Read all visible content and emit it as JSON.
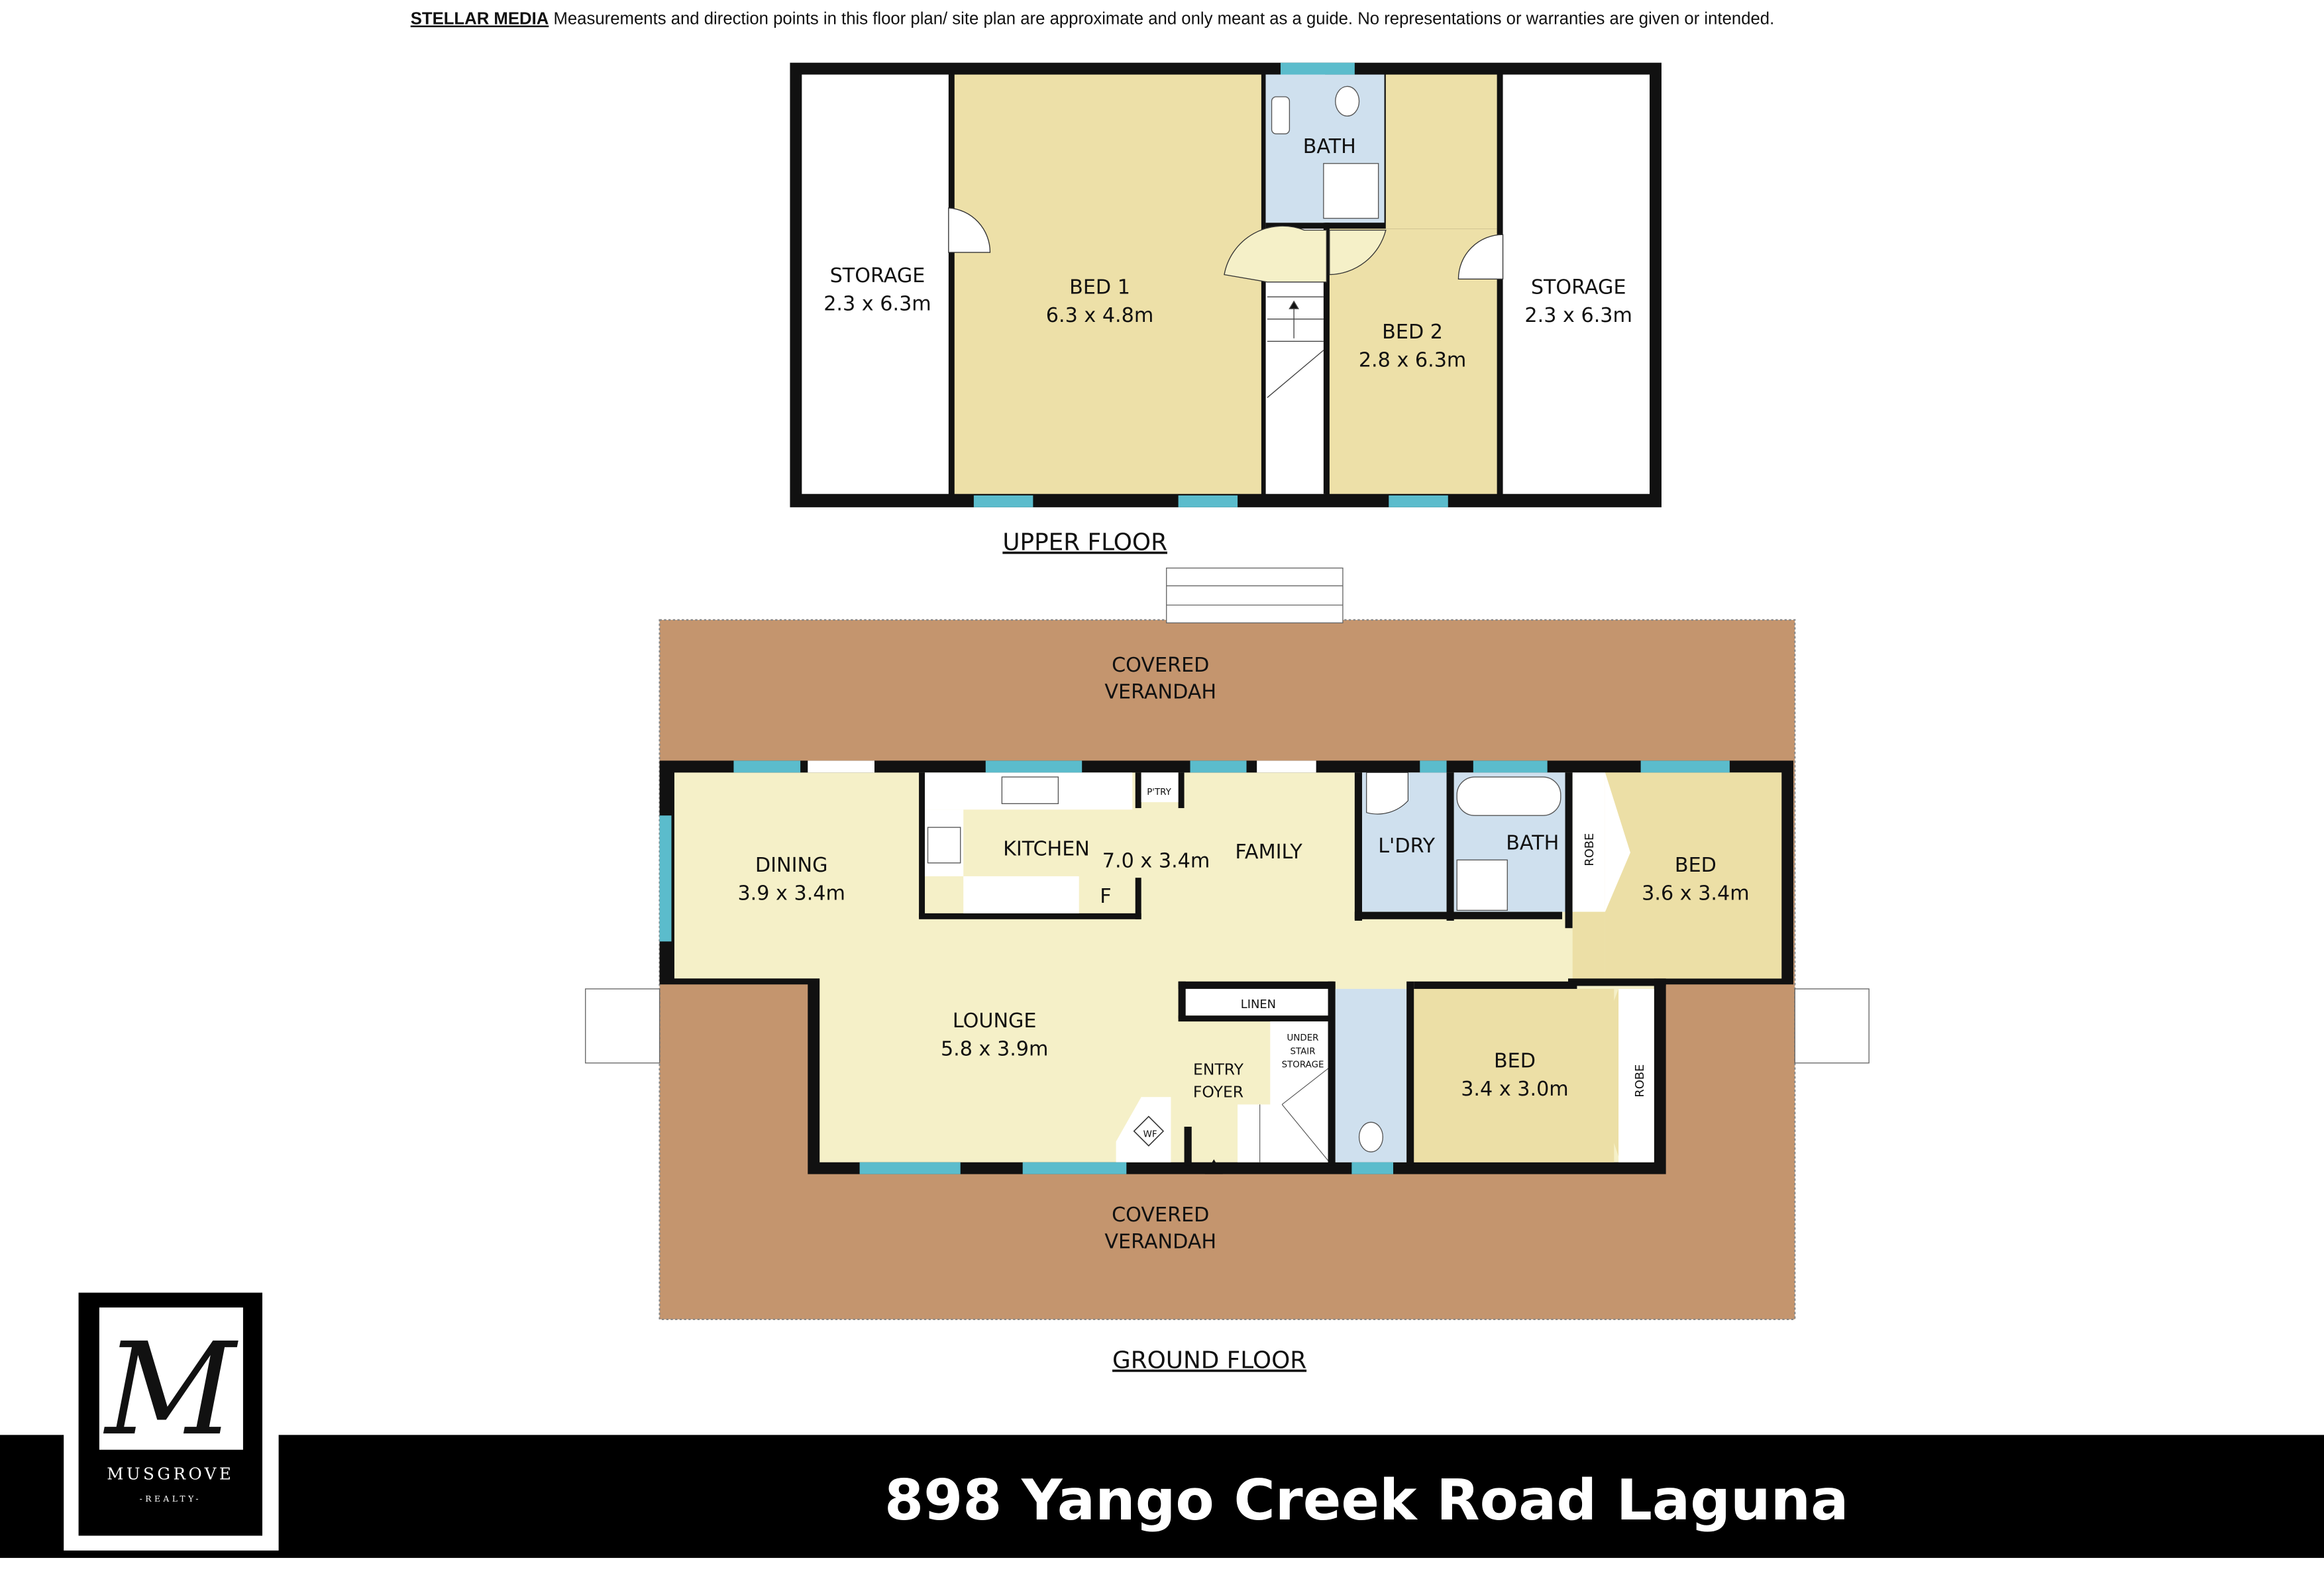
{
  "disclaimer": {
    "brand": "STELLAR MEDIA",
    "text": " Measurements and direction points in this floor plan/ site plan are approximate and only meant as a guide. No representations or warranties are given or intended."
  },
  "upper_floor": {
    "label": "UPPER FLOOR",
    "rooms": [
      {
        "name": "STORAGE",
        "size": "2.3 x 6.3m"
      },
      {
        "name": "BED 1",
        "size": "6.3 x 4.8m"
      },
      {
        "name": "BATH"
      },
      {
        "name": "BED 2",
        "size": "2.8 x 6.3m"
      },
      {
        "name": "STORAGE",
        "size": "2.3 x 6.3m"
      }
    ]
  },
  "ground_floor": {
    "label": "GROUND FLOOR",
    "verandah_top": [
      "COVERED",
      "VERANDAH"
    ],
    "verandah_bottom": [
      "COVERED",
      "VERANDAH"
    ],
    "rooms": {
      "dining": {
        "name": "DINING",
        "size": "3.9 x 3.4m"
      },
      "kitchen": {
        "name": "KITCHEN"
      },
      "family": {
        "name": "FAMILY",
        "size": "7.0 x 3.4m"
      },
      "pantry": "P'TRY",
      "fridge": "F",
      "laundry": "L'DRY",
      "bath": "BATH",
      "robe1": "ROBE",
      "bed_right": {
        "name": "BED",
        "size": "3.6 x 3.4m"
      },
      "lounge": {
        "name": "LOUNGE",
        "size": "5.8 x 3.9m"
      },
      "linen": "LINEN",
      "under_stair": [
        "UNDER",
        "STAIR",
        "STORAGE"
      ],
      "entry": [
        "ENTRY",
        "FOYER"
      ],
      "wood_fire": "WF",
      "bed_lower": {
        "name": "BED",
        "size": "3.4 x 3.0m"
      },
      "robe2": "ROBE"
    }
  },
  "logo": {
    "letter": "M",
    "name": "MUSGROVE",
    "sub": "-REALTY-"
  },
  "footer": {
    "address": "898 Yango Creek Road Laguna"
  },
  "colors": {
    "upper_bed": "#ede0a8",
    "living": "#f5f0c8",
    "wet_area": "#cfe0ee",
    "verandah": "#c4956e",
    "window": "#5bbccc",
    "footer_bar": "#000000"
  }
}
